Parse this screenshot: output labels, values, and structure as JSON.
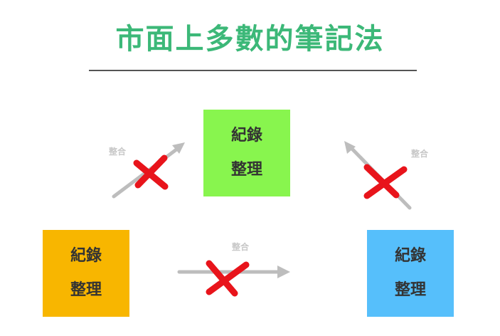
{
  "title": "市面上多數的筆記法",
  "boxes": {
    "top": {
      "line1": "紀錄",
      "line2": "整理"
    },
    "left": {
      "line1": "紀錄",
      "line2": "整理"
    },
    "right": {
      "line1": "紀錄",
      "line2": "整理"
    }
  },
  "arrow_labels": {
    "left_to_top": "整合",
    "right_to_top": "整合",
    "left_to_right": "整合"
  },
  "colors": {
    "title": "#3cb878",
    "top_box": "#88f54e",
    "left_box": "#f8b600",
    "right_box": "#56bffb",
    "arrow": "#bdbdbd",
    "cross": "#e8141b"
  }
}
